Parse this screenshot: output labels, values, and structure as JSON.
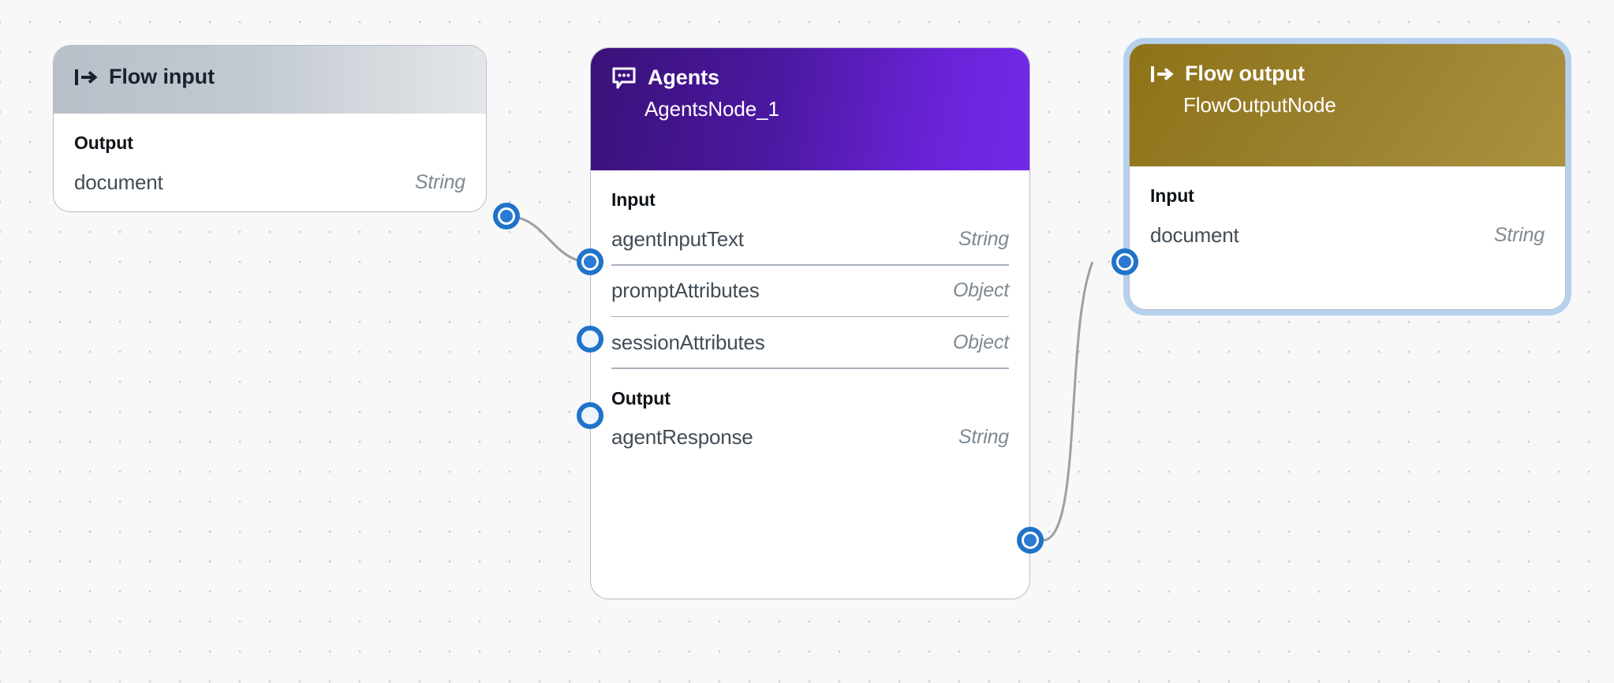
{
  "canvas": {
    "background_color": "#f8f8f9",
    "grid": "dot-grid",
    "grid_dot_color": "#c9c9cc"
  },
  "theme": {
    "port_ring_color": "#1f73c9",
    "port_fill_color": "#2a7ad4",
    "edge_color": "#9aa0a6",
    "selection_ring_color": "#b5d1ee",
    "divider_color": "#aab2bd"
  },
  "nodes": {
    "flow_input": {
      "title": "Flow input",
      "icon": "flow-input-icon",
      "header_gradient": [
        "#b8bfc8",
        "#e3e7ea"
      ],
      "sections": [
        {
          "label": "Output",
          "ports": [
            {
              "name": "document",
              "type": "String",
              "side": "right",
              "connected": true
            }
          ]
        }
      ]
    },
    "agents": {
      "title": "Agents",
      "subtitle": "AgentsNode_1",
      "icon": "chat-bubble-dots-icon",
      "header_gradient": [
        "#3a1178",
        "#7429e8"
      ],
      "sections": [
        {
          "label": "Input",
          "ports": [
            {
              "name": "agentInputText",
              "type": "String",
              "side": "left",
              "connected": true
            },
            {
              "name": "promptAttributes",
              "type": "Object",
              "side": "left",
              "connected": false
            },
            {
              "name": "sessionAttributes",
              "type": "Object",
              "side": "left",
              "connected": false
            }
          ]
        },
        {
          "label": "Output",
          "ports": [
            {
              "name": "agentResponse",
              "type": "String",
              "side": "right",
              "connected": true
            }
          ]
        }
      ]
    },
    "flow_output": {
      "title": "Flow output",
      "subtitle": "FlowOutputNode",
      "icon": "flow-input-icon",
      "header_gradient": [
        "#8e7217",
        "#ab923f"
      ],
      "selected": true,
      "sections": [
        {
          "label": "Input",
          "ports": [
            {
              "name": "document",
              "type": "String",
              "side": "left",
              "connected": true
            }
          ]
        }
      ]
    }
  },
  "edges": [
    {
      "from": "flow_input.document",
      "to": "agents.agentInputText"
    },
    {
      "from": "agents.agentResponse",
      "to": "flow_output.document"
    }
  ]
}
